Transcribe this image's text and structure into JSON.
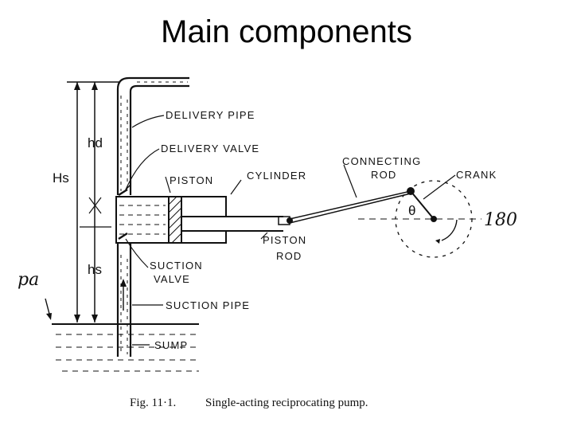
{
  "slide": {
    "title": "Main components"
  },
  "labels": {
    "delivery_pipe": "DELIVERY PIPE",
    "delivery_valve": "DELIVERY VALVE",
    "piston": "PISTON",
    "cylinder": "CYLINDER",
    "connecting_rod_line1": "CONNECTING",
    "connecting_rod_line2": "ROD",
    "crank": "CRANK",
    "piston_rod_line1": "PISTON",
    "piston_rod_line2": "ROD",
    "suction_valve_line1": "SUCTION",
    "suction_valve_line2": "VALVE",
    "suction_pipe": "SUCTION PIPE",
    "sump": "SUMP"
  },
  "symbols": {
    "hd": "hd",
    "Hs": "Hs",
    "hs": "hs",
    "theta": "θ"
  },
  "handwritten": {
    "pa": "pa",
    "angle": "180"
  },
  "caption": {
    "fig_number": "Fig. 11·1.",
    "text": "Single-acting reciprocating pump."
  }
}
